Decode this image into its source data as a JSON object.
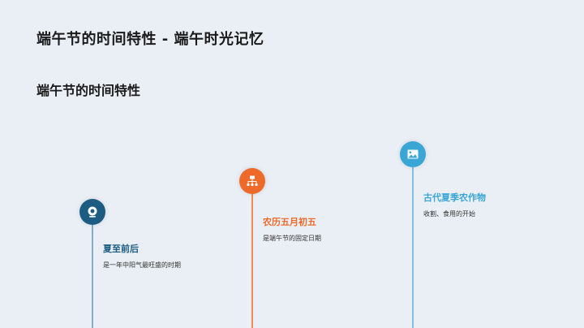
{
  "header": {
    "title": "端午节的时间特性 - 端午时光记忆",
    "section_title": "端午节的时间特性"
  },
  "timeline": [
    {
      "icon": "webcam-icon",
      "title": "夏至前后",
      "description": "是一年中阳气最旺盛的时期",
      "color": "#1c5c83",
      "line_color": "#86abc3"
    },
    {
      "icon": "sitemap-icon",
      "title": "农历五月初五",
      "description": "是端午节的固定日期",
      "color": "#ee6a2b",
      "line_color": "#ef8a55"
    },
    {
      "icon": "image-icon",
      "title": "古代夏季农作物",
      "description": "收割、食用的开始",
      "color": "#3aa6d6",
      "line_color": "#7cc3e3"
    }
  ]
}
